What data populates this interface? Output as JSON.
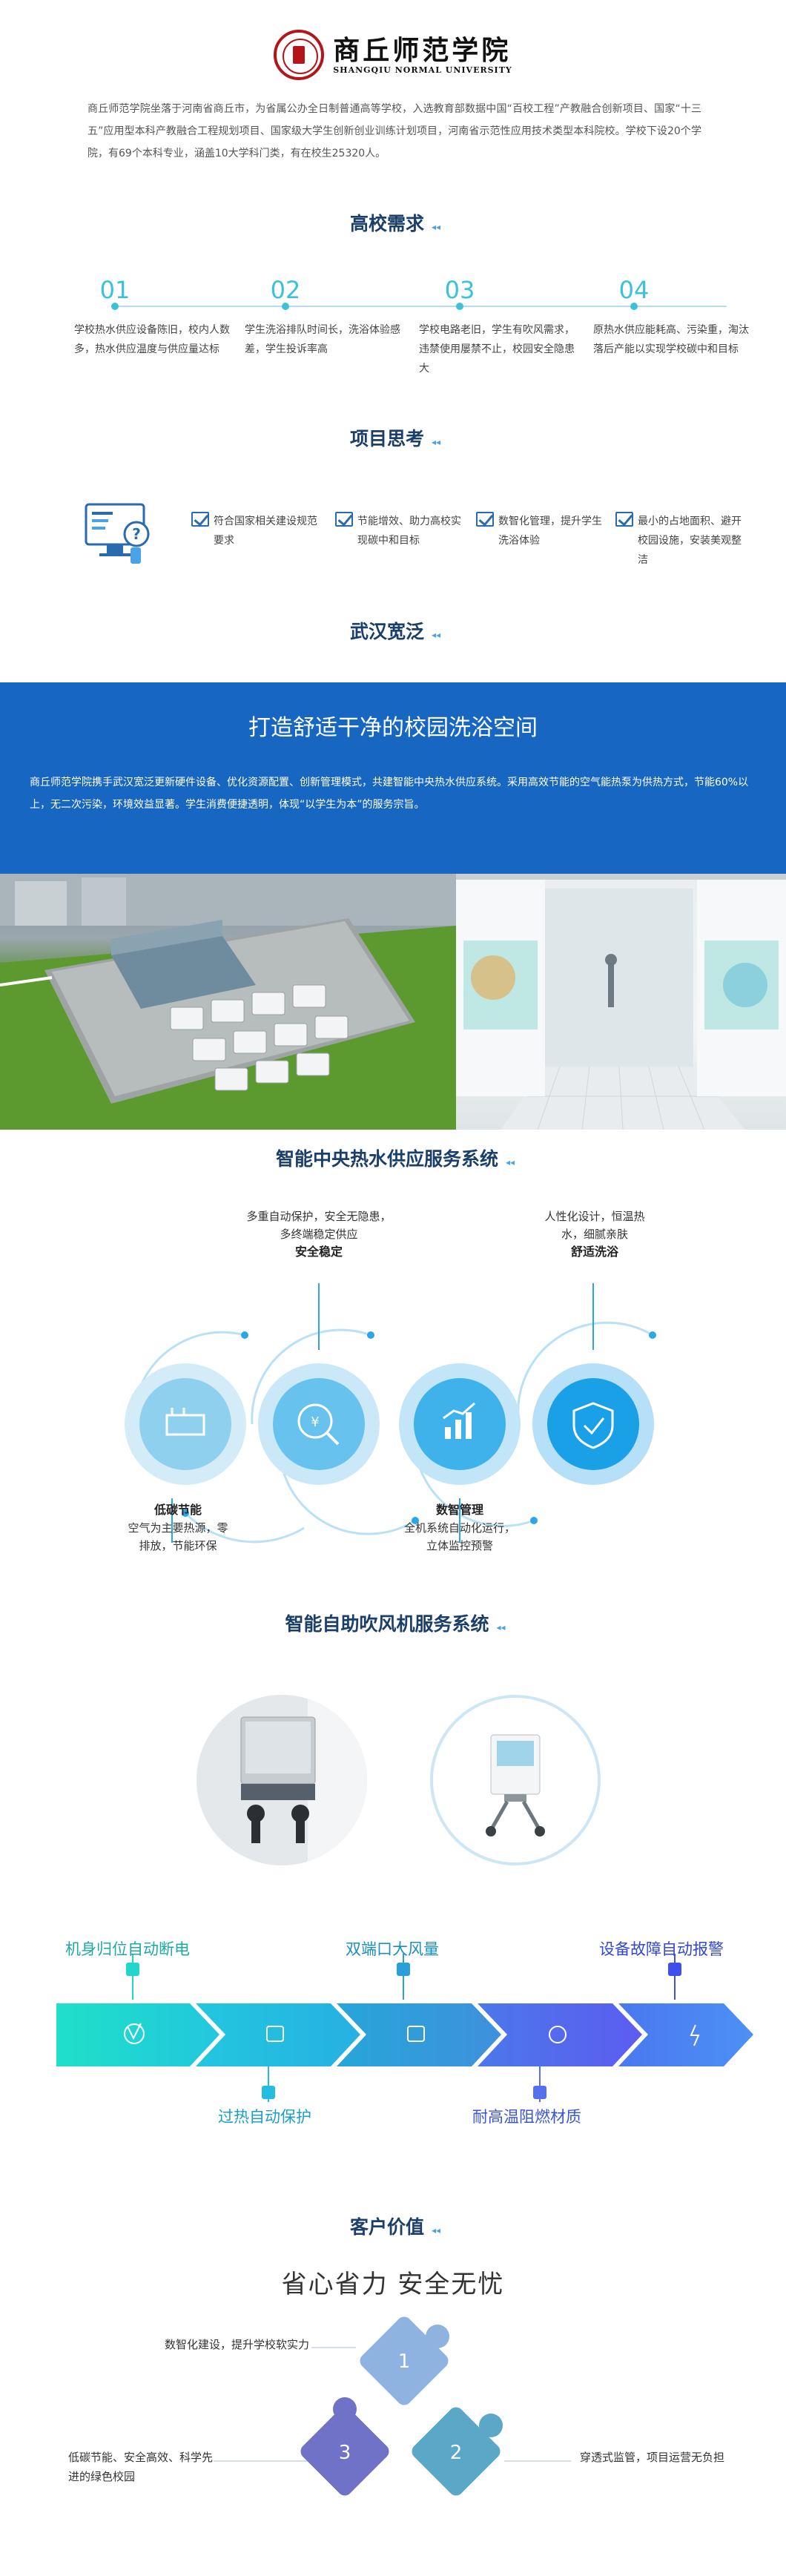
{
  "header": {
    "school_cn": "商丘师范学院",
    "school_en": "SHANGQIU NORMAL UNIVERSITY",
    "intro": "商丘师范学院坐落于河南省商丘市，为省属公办全日制普通高等学校，入选教育部数据中国“百校工程”产教融合创新项目、国家“十三五”应用型本科产教融合工程规划项目、国家级大学生创新创业训练计划项目，河南省示范性应用技术类型本科院校。学校下设20个学院，有69个本科专业，涵盖10大学科门类，有在校生25320人。"
  },
  "needs": {
    "title": "高校需求",
    "items": [
      {
        "num": "01",
        "text": "学校热水供应设备陈旧，校内人数多，热水供应温度与供应量达标"
      },
      {
        "num": "02",
        "text": "学生洗浴排队时间长，洗浴体验感差，学生投诉率高"
      },
      {
        "num": "03",
        "text": "学校电路老旧，学生有吹风需求，违禁使用屡禁不止，校园安全隐患大"
      },
      {
        "num": "04",
        "text": "原热水供应能耗高、污染重，淘汰落后产能以实现学校碳中和目标"
      }
    ]
  },
  "thinking": {
    "title": "项目思考",
    "items": [
      {
        "text": "符合国家相关建设规范要求"
      },
      {
        "text": "节能增效、助力高校实现碳中和目标"
      },
      {
        "text": "数智化管理，提升学生洗浴体验"
      },
      {
        "text": "最小的占地面积、避开校园设施，安装美观整洁"
      }
    ]
  },
  "wuhan": {
    "title": "武汉宽泛",
    "band_title": "打造舒适干净的校园洗浴空间",
    "band_text": "商丘师范学院携手武汉宽泛更新硬件设备、优化资源配置、创新管理模式，共建智能中央热水供应系统。采用高效节能的空气能热泵为供热方式，节能60%以上，无二次污染，环境效益显著。学生消费便捷透明，体现“以学生为本”的服务宗旨。"
  },
  "hot_water": {
    "title": "智能中央热水供应服务系统",
    "labels": [
      {
        "head": "安全稳定",
        "text": "多重自动保护，安全无隐患，多终端稳定供应"
      },
      {
        "head": "舒适洗浴",
        "text": "人性化设计，恒温热水，细腻亲肤"
      },
      {
        "head": "低碳节能",
        "text": "空气为主要热源，零排放，节能环保"
      },
      {
        "head": "数智管理",
        "text": "全机系统自动化运行，立体监控预警"
      }
    ],
    "colors": [
      "#8fd0ee",
      "#67c3ee",
      "#3fb2ec",
      "#1aa0e6"
    ]
  },
  "fan": {
    "title": "智能自助吹风机服务系统",
    "steps_top": [
      "机身归位自动断电",
      "双端口大风量",
      "设备故障自动报警"
    ],
    "steps_bottom": [
      "过热自动保护",
      "耐高温阻燃材质"
    ],
    "colors": [
      "#22d6cc",
      "#22bde0",
      "#2aa0d8",
      "#5570ee",
      "#3f4fee"
    ]
  },
  "value": {
    "title": "客户价值",
    "subtitle": "省心省力  安全无忧",
    "pieces": [
      {
        "num": "1",
        "text": "数智化建设，提升学校软实力"
      },
      {
        "num": "2",
        "text": "穿透式监管，项目运营无负担"
      },
      {
        "num": "3",
        "text": "低碳节能、安全高效、科学先进的绿色校园"
      }
    ]
  }
}
